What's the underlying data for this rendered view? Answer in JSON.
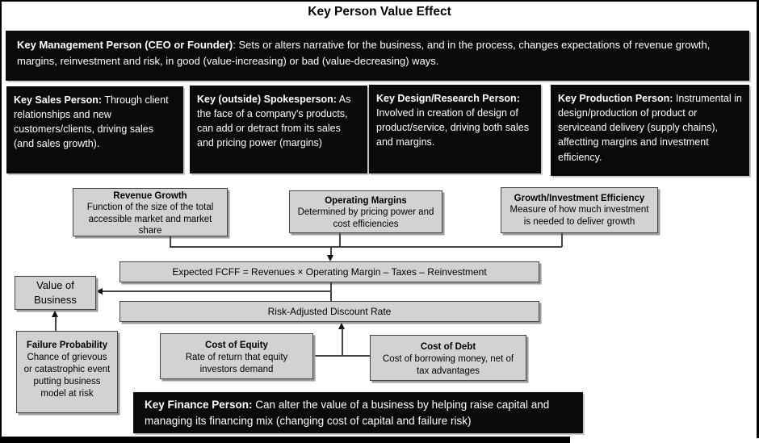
{
  "title": "Key Person Value Effect",
  "colors": {
    "box_black": "#0a0a0a",
    "box_gray": "#d2d2d2",
    "line": "#444444"
  },
  "management": {
    "lead": "Key Management Person (CEO or Founder)",
    "body": ": Sets or alters narrative for the business, and in the process, changes expectations of revenue growth, margins, reinvestment and risk, in good (value-increasing) or bad (value-decreasing) ways."
  },
  "persons": [
    {
      "lead": "Key Sales Person:",
      "body": " Through client relationships and new customers/clients, driving sales (and sales growth)."
    },
    {
      "lead": "Key (outside) Spokesperson:",
      "body": " As the face of a company's products, can add or detract from its sales and pricing power (margins)"
    },
    {
      "lead": "Key Design/Research Person:",
      "body": " Involved in creation of design of product/service, driving both sales and margins."
    },
    {
      "lead": "Key Production Person:",
      "body": " Instrumental in design/production of product or serviceand delivery (supply chains), affectting margins and investment efficiency."
    }
  ],
  "drivers": [
    {
      "heading": "Revenue Growth",
      "body": "Function of the size of the total\naccessible market and market\nshare"
    },
    {
      "heading": "Operating Margins",
      "body": "Determined by pricing power and\ncost efficiencies"
    },
    {
      "heading": "Growth/Investment Efficiency",
      "body": "Measure of how much investment\nis needed to deliver growth"
    }
  ],
  "fcff": {
    "label": "Expected FCFF = Revenues × Operating Margin – Taxes – Reinvestment"
  },
  "value": {
    "label": "Value of\nBusiness"
  },
  "discount": {
    "label": "Risk-Adjusted Discount Rate"
  },
  "failure": {
    "heading": "Failure Probability",
    "body": "Chance of grievous\nor catastrophic event\nputting business\nmodel at risk"
  },
  "costs": [
    {
      "heading": "Cost of Equity",
      "body": "Rate of return that equity\ninvestors demand"
    },
    {
      "heading": "Cost of Debt",
      "body": "Cost of borrowing money, net of\ntax advantages"
    }
  ],
  "finance": {
    "lead": "Key Finance Person:",
    "body": " Can alter the value of a business by helping raise capital and managing its financing mix (changing cost of capital and failure risk)"
  }
}
